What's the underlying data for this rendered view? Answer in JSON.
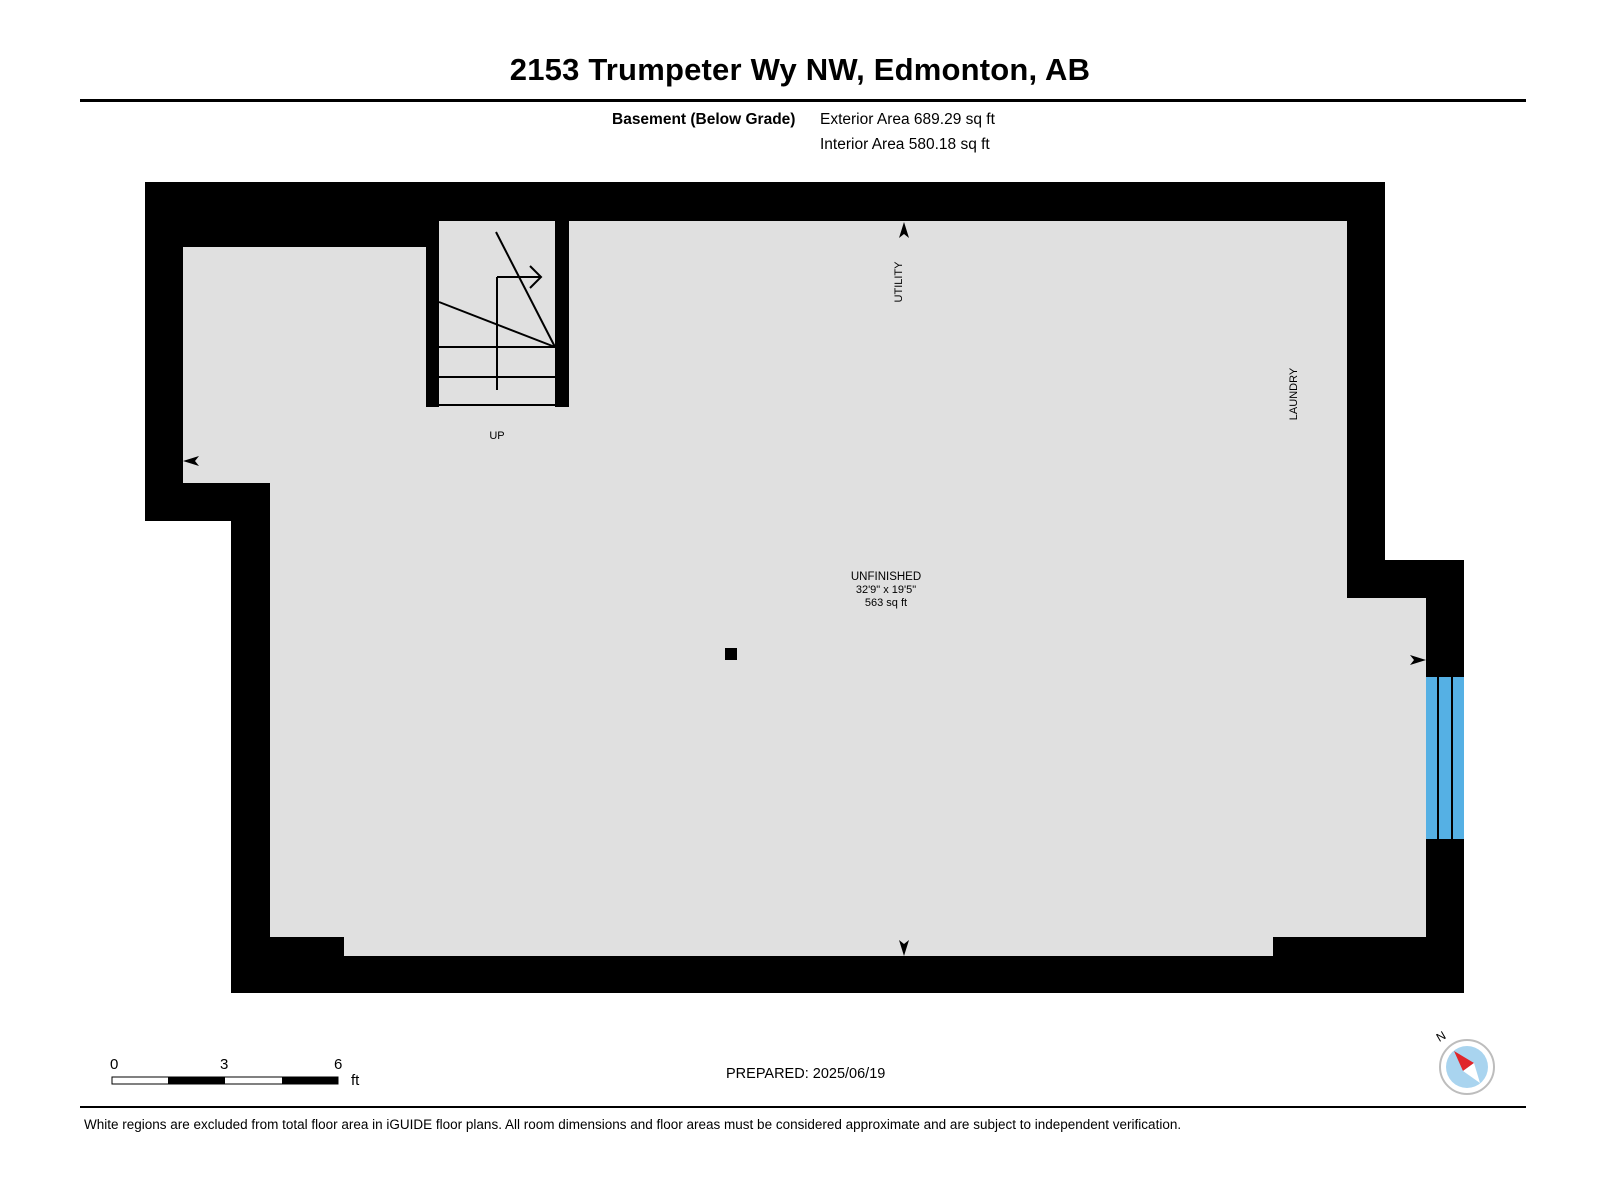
{
  "title": "2153 Trumpeter Wy NW, Edmonton, AB",
  "area_summary": {
    "level": "Basement (Below Grade)",
    "exterior": "Exterior Area 689.29 sq ft",
    "interior": "Interior Area 580.18 sq ft"
  },
  "rooms": {
    "main_name": "UNFINISHED",
    "main_dimensions": "32'9\" x 19'5\"",
    "main_area": "563 sq ft",
    "utility": "UTILITY",
    "laundry": "LAUNDRY",
    "stairs": "UP"
  },
  "colors": {
    "wall": "#000000",
    "floor": "#e0e0e0",
    "window": "#55b0e4",
    "compass_needle": "#e0262b",
    "compass_dial": "#a9d4ef"
  },
  "scale_bar": {
    "ticks": [
      "0",
      "3",
      "6"
    ],
    "unit": "ft"
  },
  "compass": {
    "label": "N"
  },
  "prepared": "PREPARED: 2025/06/19",
  "disclaimer": "White regions are excluded from total floor area in iGUIDE floor plans. All room dimensions and floor areas must be considered approximate and are subject to independent verification."
}
